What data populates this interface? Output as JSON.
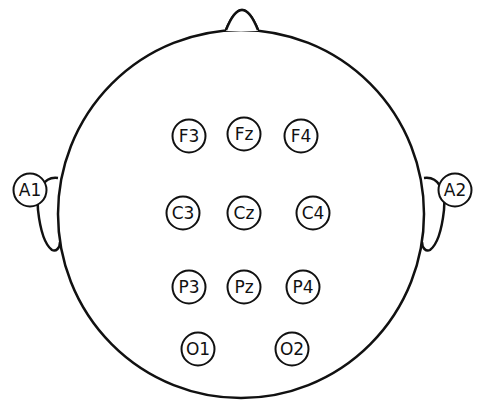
{
  "diagram": {
    "nodes": [
      {
        "text": [
          "F3"
        ]
      },
      {
        "text": [
          "Fz"
        ]
      },
      {
        "text": [
          "F4"
        ]
      },
      {
        "text": [
          "A1"
        ]
      },
      {
        "text": [
          "C3"
        ]
      },
      {
        "text": [
          "Cz"
        ]
      },
      {
        "text": [
          "C4"
        ]
      },
      {
        "text": [
          "A2"
        ]
      },
      {
        "text": [
          "P3"
        ]
      },
      {
        "text": [
          "Pz"
        ]
      },
      {
        "text": [
          "P4"
        ]
      },
      {
        "text": [
          "O1"
        ]
      },
      {
        "text": [
          "O2"
        ]
      }
    ]
  }
}
